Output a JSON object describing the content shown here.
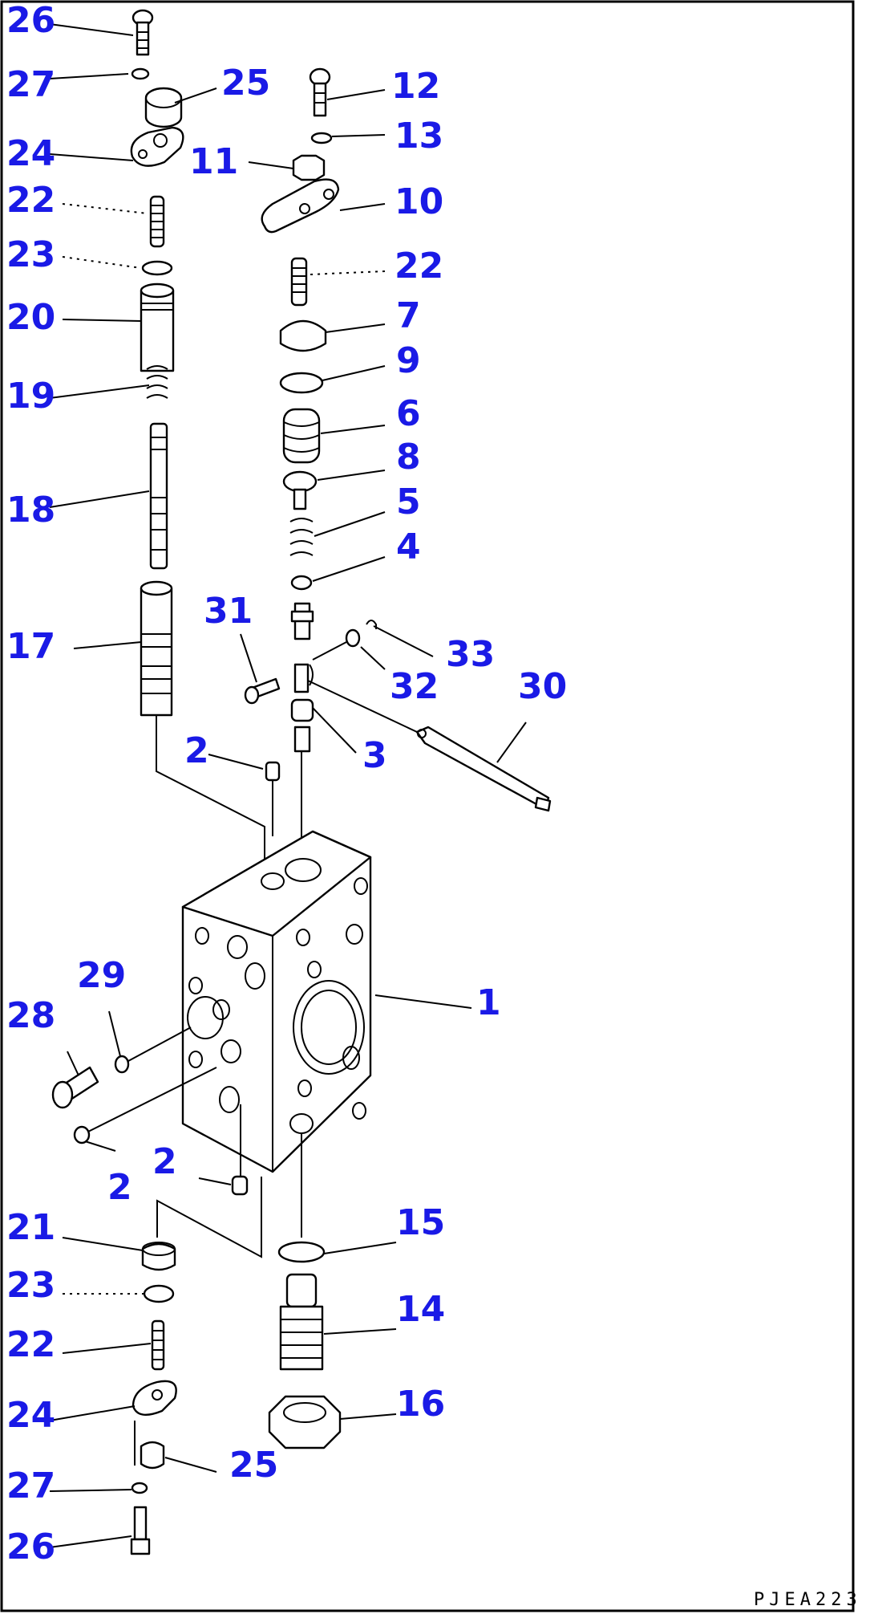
{
  "drawing_code": "PJEA223",
  "callouts": {
    "c26_top": "26",
    "c27_top": "27",
    "c25_top": "25",
    "c24_top": "24",
    "c22_left": "22",
    "c23_top": "23",
    "c20": "20",
    "c19": "19",
    "c18": "18",
    "c17": "17",
    "c12": "12",
    "c13": "13",
    "c11": "11",
    "c10": "10",
    "c22_right": "22",
    "c7": "7",
    "c9": "9",
    "c6": "6",
    "c8": "8",
    "c5": "5",
    "c4": "4",
    "c31": "31",
    "c33": "33",
    "c32": "32",
    "c30": "30",
    "c2_upper": "2",
    "c3": "3",
    "c1": "1",
    "c29": "29",
    "c28": "28",
    "c2_mid": "2",
    "c2_left": "2",
    "c21": "21",
    "c15": "15",
    "c23_bottom": "23",
    "c14": "14",
    "c22_bottom": "22",
    "c16": "16",
    "c24_bottom": "24",
    "c25_bottom": "25",
    "c27_bottom": "27",
    "c26_bottom": "26"
  }
}
